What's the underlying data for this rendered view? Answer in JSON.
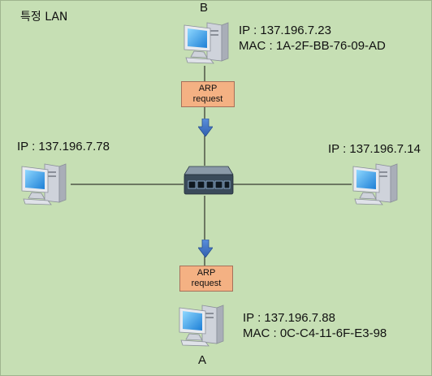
{
  "network": {
    "title": "특정 LAN",
    "hosts": {
      "b": {
        "name": "B",
        "ip": "IP : 137.196.7.23",
        "mac": "MAC : 1A-2F-BB-76-09-AD"
      },
      "a": {
        "name": "A",
        "ip": "IP : 137.196.7.88",
        "mac": "MAC : 0C-C4-11-6F-E3-98"
      },
      "left": {
        "ip": "IP : 137.196.7.78"
      },
      "right": {
        "ip": "IP : 137.196.7.14"
      }
    },
    "arp_top": {
      "line1": "ARP",
      "line2": "request"
    },
    "arp_bottom": {
      "line1": "ARP",
      "line2": "request"
    }
  },
  "colors": {
    "background": "#c6dfb4",
    "arp_box": "#f4b183",
    "arrow": "#3d6fc4",
    "switch": "#3a4a5a"
  },
  "icons": [
    "computer-icon",
    "switch-icon",
    "arrow-down-icon"
  ]
}
